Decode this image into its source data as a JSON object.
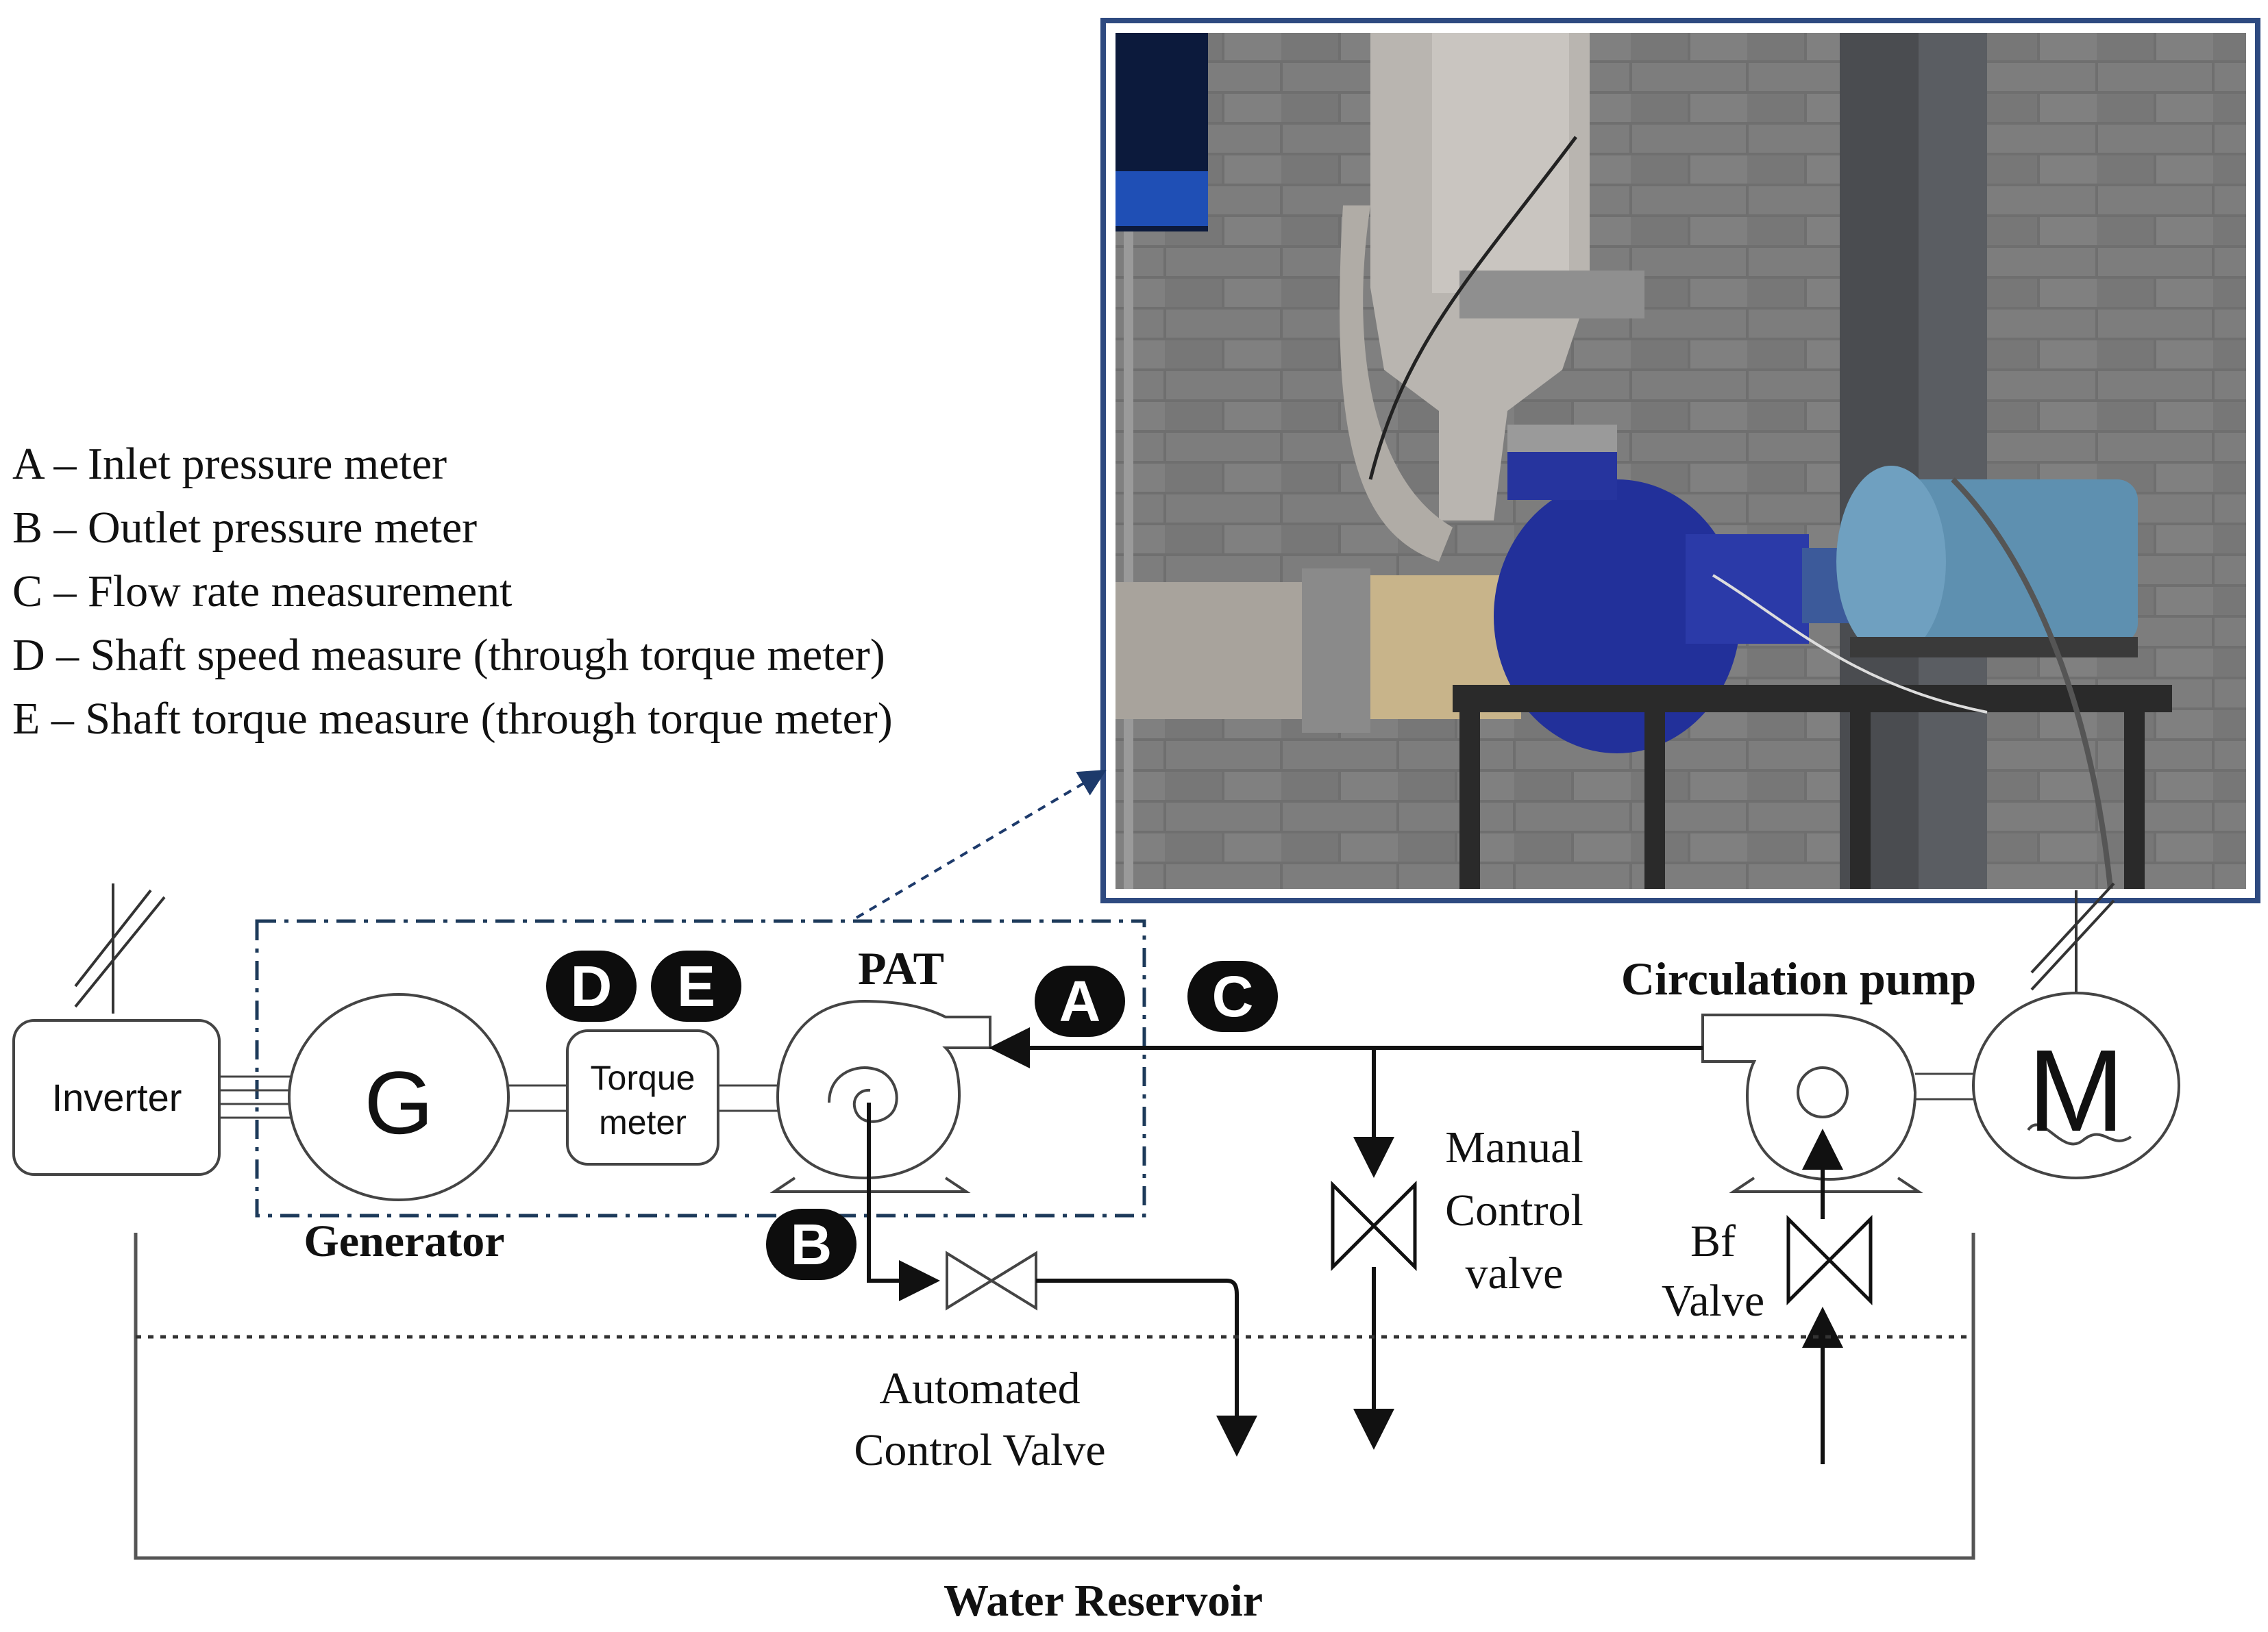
{
  "legend": [
    "A – Inlet pressure meter",
    "B – Outlet pressure meter",
    "C – Flow rate measurement",
    "D – Shaft speed measure (through torque meter)",
    "E – Shaft torque measure (through torque meter)"
  ],
  "components": {
    "inverter": "Inverter",
    "generator_symbol": "G",
    "generator_label": "Generator",
    "torque_meter_line1": "Torque",
    "torque_meter_line2": "meter",
    "pat": "PAT",
    "circulation_pump": "Circulation pump",
    "motor_symbol": "M",
    "manual_valve_line1": "Manual",
    "manual_valve_line2": "Control",
    "manual_valve_line3": "valve",
    "bf_valve_line1": "Bf",
    "bf_valve_line2": "Valve",
    "automated_valve_line1": "Automated",
    "automated_valve_line2": "Control Valve",
    "reservoir": "Water Reservoir"
  },
  "badges": {
    "a": "A",
    "b": "B",
    "c": "C",
    "d": "D",
    "e": "E"
  },
  "photo": {
    "description_icon": "test-rig-photo"
  }
}
